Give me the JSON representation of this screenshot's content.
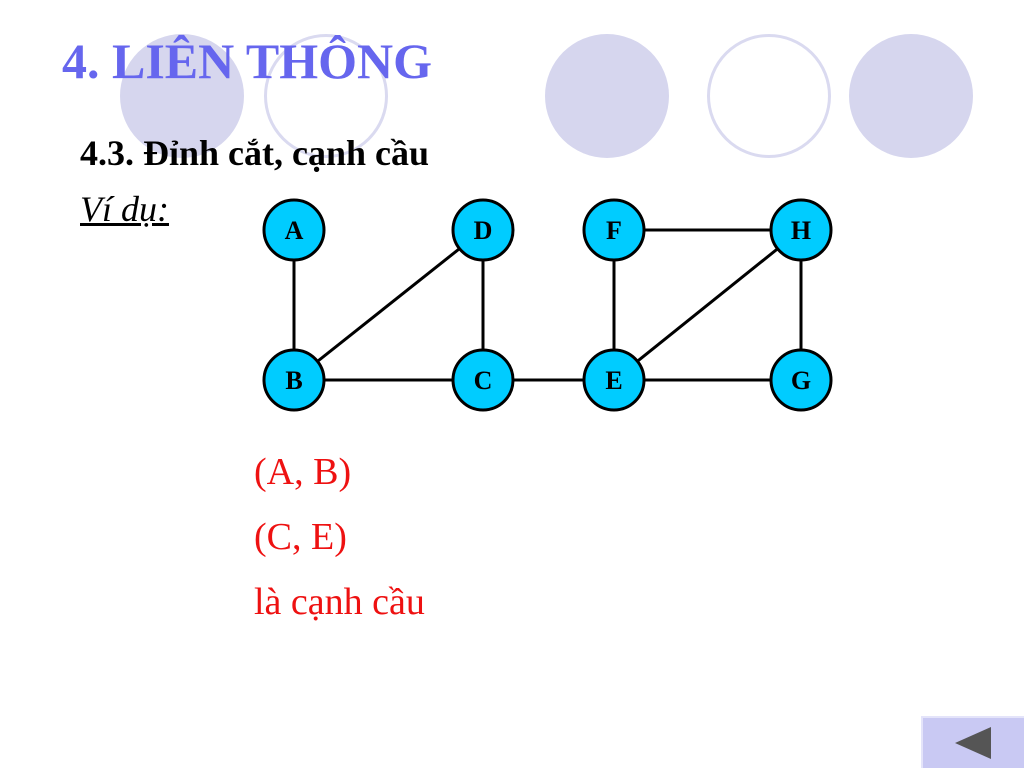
{
  "slide": {
    "title": "4. LIÊN THÔNG",
    "subtitle": "4.3. Đỉnh cắt, cạnh cầu",
    "example_label": "Ví dụ:",
    "colors": {
      "title": "#6666ee",
      "node_fill": "#00ccff",
      "highlight_text": "#ee1111",
      "decor_circle": "#d6d6ee"
    }
  },
  "graph": {
    "nodes": [
      {
        "id": "A",
        "label": "A"
      },
      {
        "id": "D",
        "label": "D"
      },
      {
        "id": "F",
        "label": "F"
      },
      {
        "id": "H",
        "label": "H"
      },
      {
        "id": "B",
        "label": "B"
      },
      {
        "id": "C",
        "label": "C"
      },
      {
        "id": "E",
        "label": "E"
      },
      {
        "id": "G",
        "label": "G"
      }
    ],
    "edges": [
      [
        "A",
        "B"
      ],
      [
        "B",
        "D"
      ],
      [
        "D",
        "C"
      ],
      [
        "B",
        "C"
      ],
      [
        "C",
        "E"
      ],
      [
        "F",
        "E"
      ],
      [
        "F",
        "H"
      ],
      [
        "E",
        "H"
      ],
      [
        "H",
        "G"
      ],
      [
        "E",
        "G"
      ]
    ]
  },
  "result": {
    "lines": [
      "(A, B)",
      "(C, E)",
      "là cạnh cầu"
    ]
  },
  "navigation": {
    "back_icon": "triangle-left-icon"
  }
}
